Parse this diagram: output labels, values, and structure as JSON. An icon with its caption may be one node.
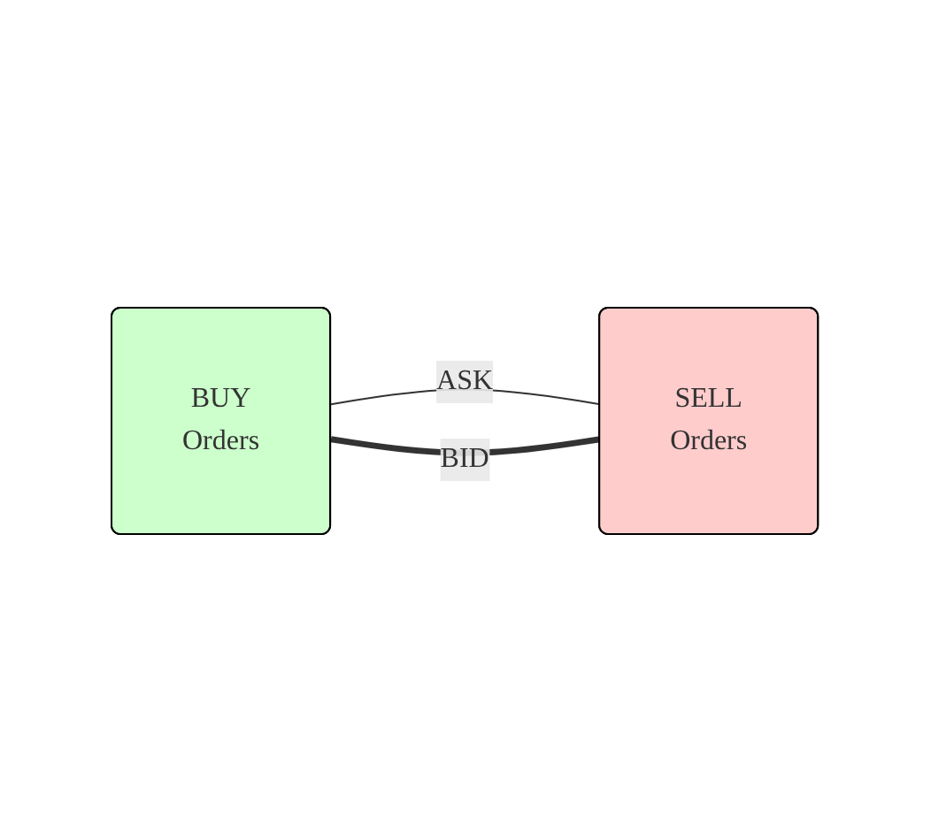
{
  "diagram": {
    "nodes": [
      {
        "text": [
          "BUY",
          "Orders"
        ]
      },
      {
        "text": [
          "SELL",
          "Orders"
        ]
      }
    ],
    "edges": [
      {
        "from": 0,
        "to": 1,
        "arrow": "none",
        "label": "ASK"
      },
      {
        "from": 0,
        "to": 1,
        "arrow": "none",
        "label": "BID",
        "style": "thick"
      }
    ]
  }
}
